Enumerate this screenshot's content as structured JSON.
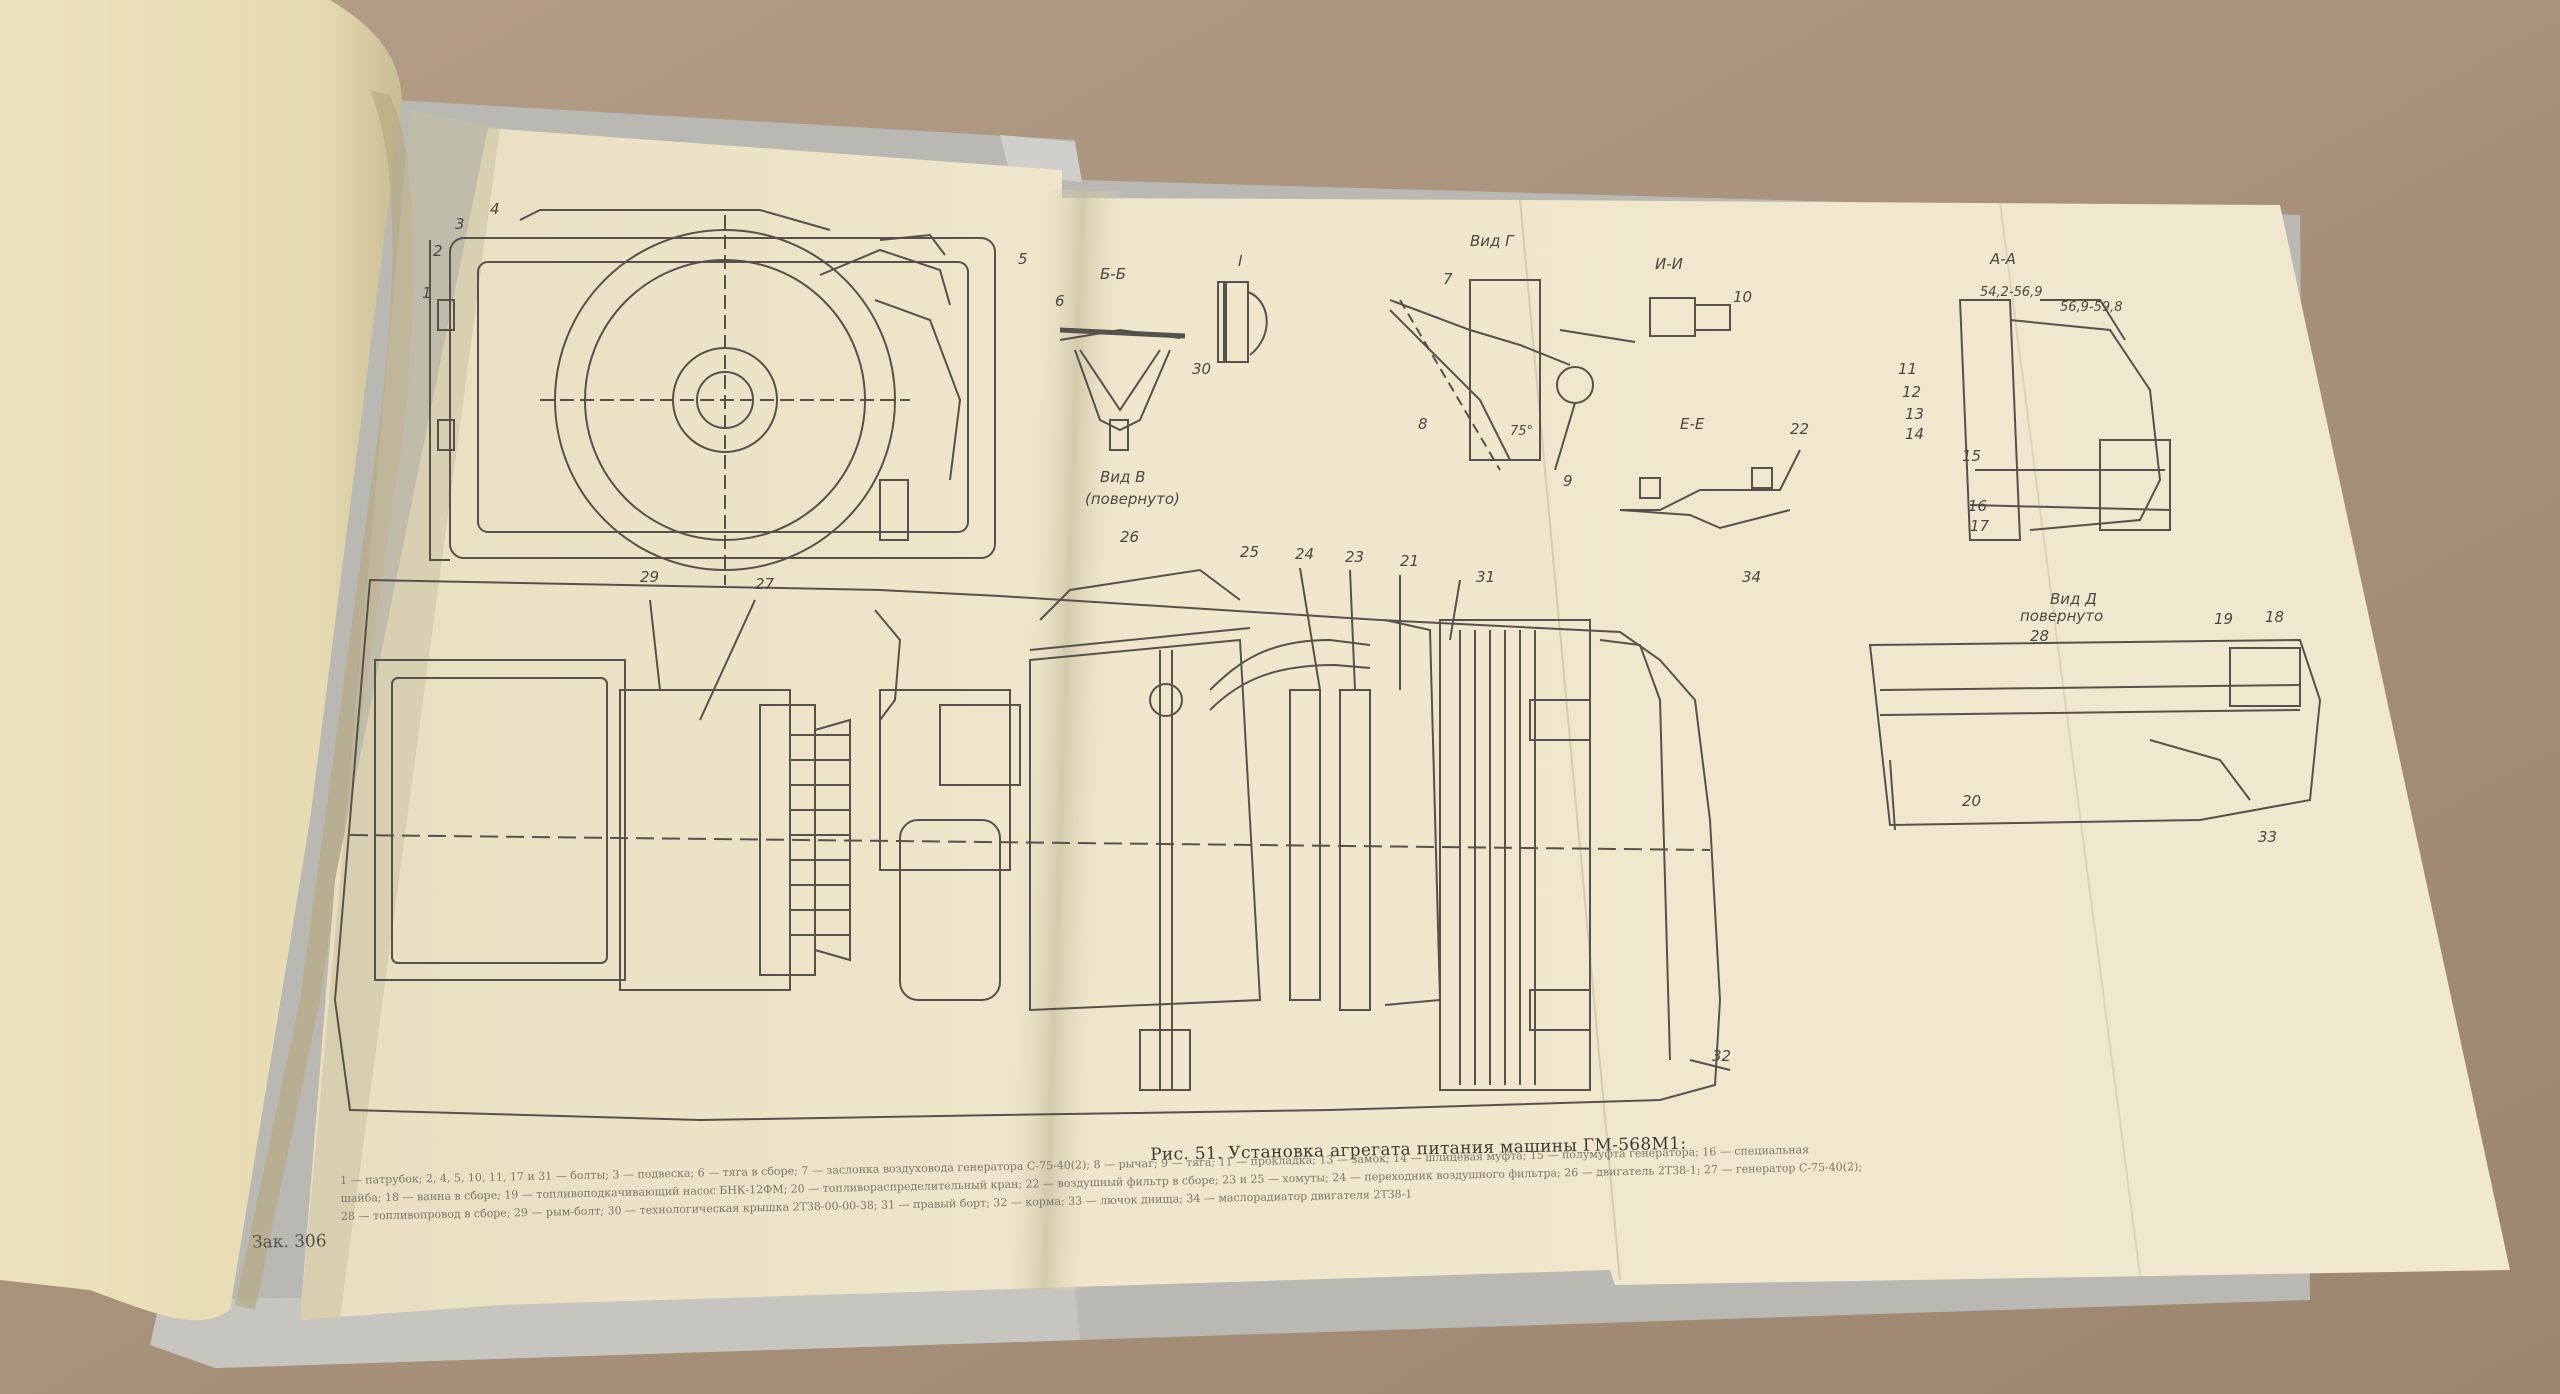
{
  "figure": {
    "caption": "Рис. 51. Установка агрегата питания машины ГМ-568М1:",
    "page_number": "Зак. 306",
    "legend_lines": [
      "1 — патрубок; 2, 4, 5, 10, 11, 17 и 31 — болты; 3 — подвеска; 6 — тяга в сборе; 7 — заслонка воздуховода генератора С-75-40(2); 8 — рычаг; 9 — тяга; 11 — прокладка; 13 — замок; 14 — шлицевая муфта; 15 — полумуфта генератора; 16 — специальная",
      "шайба; 18 — ванна в сборе; 19 — топливоподкачивающий насос БНК-12ФМ; 20 — топливораспределительный кран; 22 — воздушный фильтр в сборе; 23 и 25 — хомуты; 24 — переходник воздушного фильтра; 26 — двигатель 2ТЗ8-1; 27 — генератор С-75-40(2);",
      "28 — топливопровод в сборе; 29 — рым-болт; 30 — технологическая крышка 2ТЗ8-00-00-38; 31 — правый борт; 32 — корма; 33 — лючок днища; 34 — маслорадиатор двигателя 2ТЗ8-1"
    ]
  },
  "drawing_labels": {
    "section_bb": "Б-Б",
    "section_I": "I",
    "view_G": "Вид Г",
    "section_ii": "И-И",
    "section_aa": "А-А",
    "section_ee": "Е-Е",
    "view_V": "Вид В",
    "view_V_note": "(повернуто)",
    "view_D": "Вид Д",
    "view_D_note": "повернуто",
    "dim_1": "54,2-56,9",
    "dim_2": "56,9-59,8",
    "angle_1": "75°"
  },
  "numbers": [
    "1",
    "2",
    "3",
    "4",
    "5",
    "6",
    "7",
    "8",
    "9",
    "10",
    "11",
    "12",
    "13",
    "14",
    "15",
    "16",
    "17",
    "18",
    "19",
    "20",
    "21",
    "22",
    "23",
    "24",
    "25",
    "26",
    "27",
    "28",
    "29",
    "30",
    "31",
    "32",
    "33",
    "34"
  ]
}
